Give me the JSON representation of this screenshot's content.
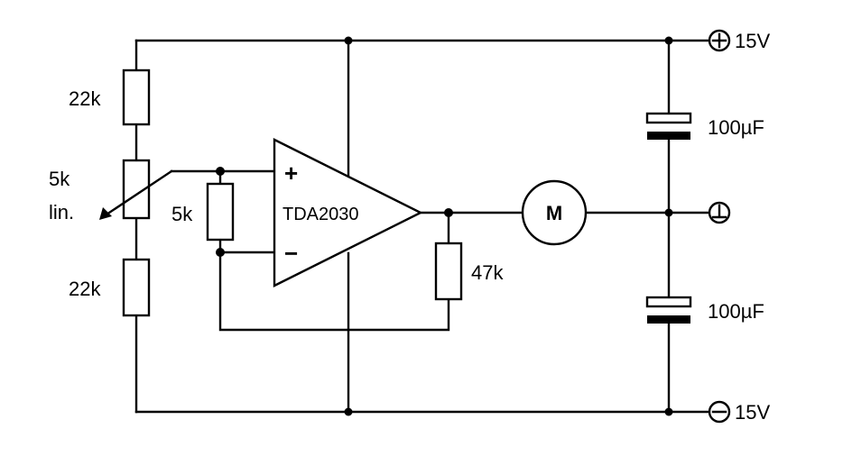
{
  "labels": {
    "r_top": "22k",
    "pot_value": "5k",
    "pot_type": "lin.",
    "r_bottom": "22k",
    "r_input": "5k",
    "opamp": "TDA2030",
    "plus_pin": "+",
    "minus_pin": "−",
    "r_feedback": "47k",
    "motor": "M",
    "c_top": "100µF",
    "c_bottom": "100µF",
    "supply_pos": "15V",
    "supply_neg": "15V"
  },
  "symbols": {
    "supply_pos": "plus-circle-icon",
    "ground": "ground-icon",
    "supply_neg": "minus-circle-icon"
  }
}
